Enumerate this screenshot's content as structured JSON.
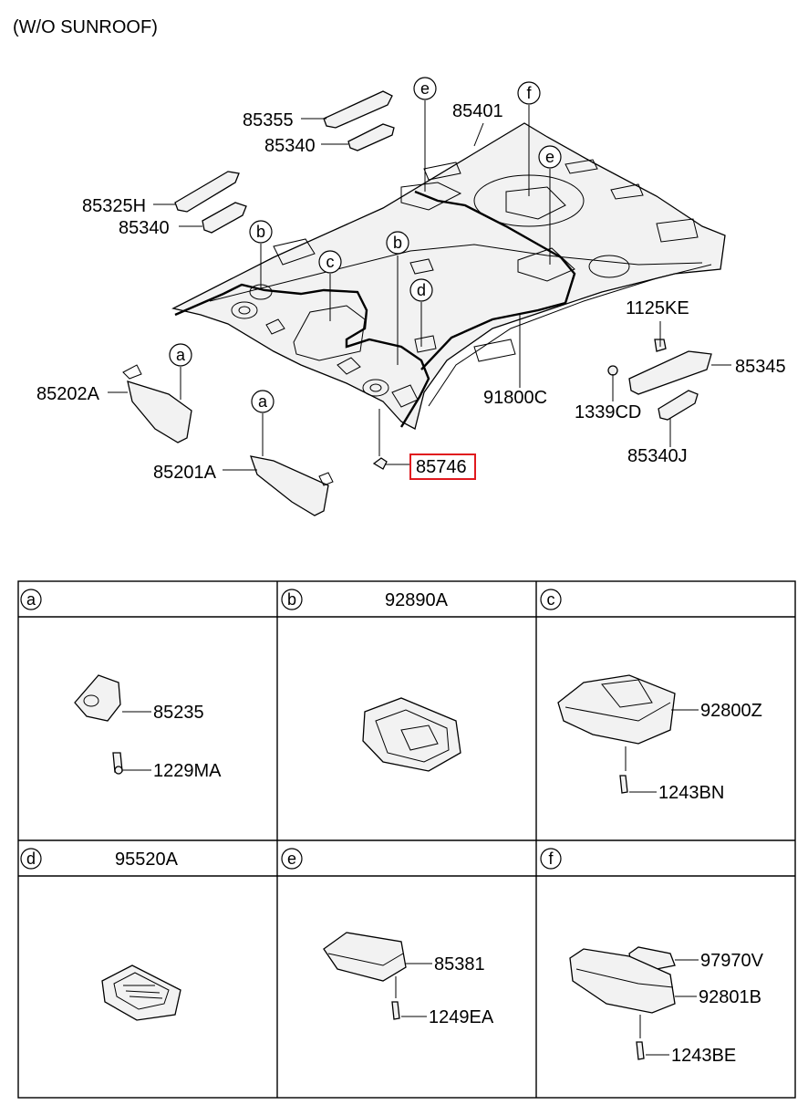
{
  "title": "(W/O SUNROOF)",
  "main_labels": {
    "p85355": "85355",
    "p85340a": "85340",
    "p85325h": "85325H",
    "p85340b": "85340",
    "p85401": "85401",
    "p85202a": "85202A",
    "p85201a": "85201A",
    "p85746": "85746",
    "p91800c": "91800C",
    "p1125ke": "1125KE",
    "p85345": "85345",
    "p1339cd": "1339CD",
    "p85340j": "85340J"
  },
  "callouts": {
    "e1": "e",
    "f1": "f",
    "e2": "e",
    "b1": "b",
    "b2": "b",
    "c1": "c",
    "d1": "d",
    "a1": "a",
    "a2": "a"
  },
  "highlighted_part": "85746",
  "highlight_color": "#e0191e",
  "grid": {
    "cells": [
      {
        "letter": "a",
        "header": "",
        "parts": [
          "85235",
          "1229MA"
        ]
      },
      {
        "letter": "b",
        "header": "92890A",
        "parts": []
      },
      {
        "letter": "c",
        "header": "",
        "parts": [
          "92800Z",
          "1243BN"
        ]
      },
      {
        "letter": "d",
        "header": "95520A",
        "parts": []
      },
      {
        "letter": "e",
        "header": "",
        "parts": [
          "85381",
          "1249EA"
        ]
      },
      {
        "letter": "f",
        "header": "",
        "parts": [
          "97970V",
          "92801B",
          "1243BE"
        ]
      }
    ]
  }
}
